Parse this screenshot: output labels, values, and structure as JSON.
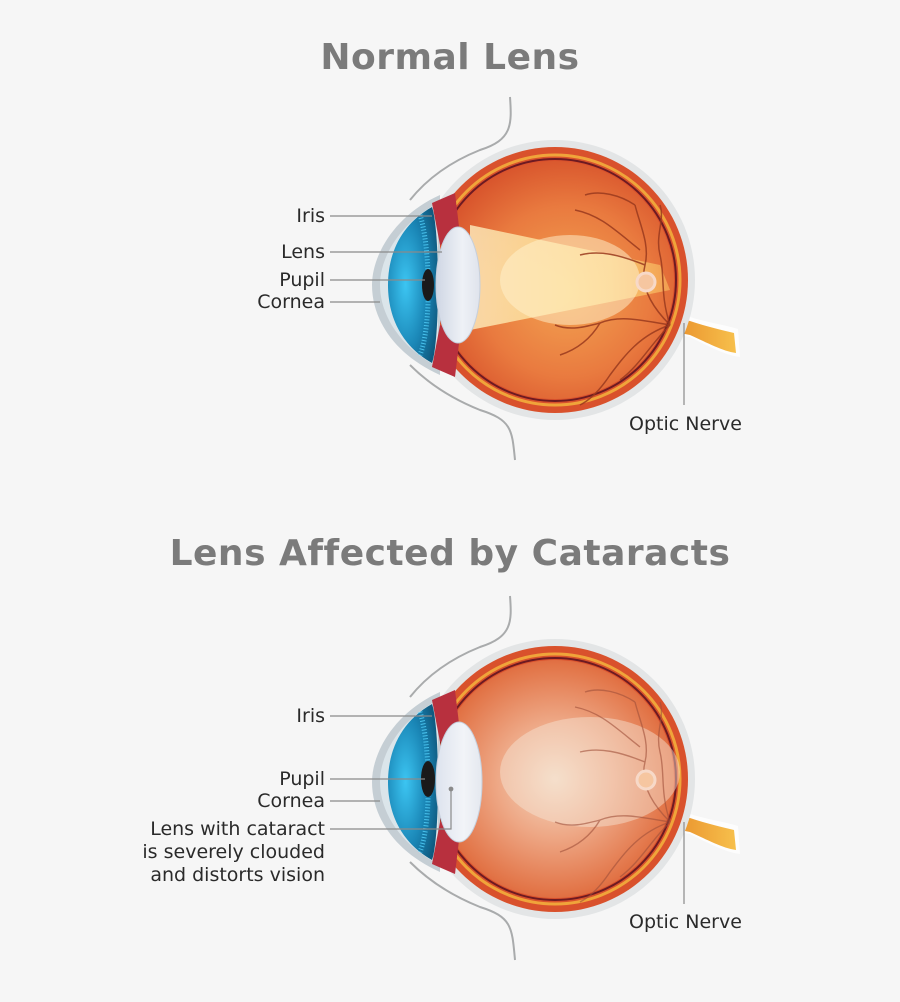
{
  "titles": {
    "normal": "Normal Lens",
    "cataract": "Lens Affected by Cataracts"
  },
  "normal_eye": {
    "labels": {
      "iris": "Iris",
      "lens": "Lens",
      "pupil": "Pupil",
      "cornea": "Cornea",
      "optic_nerve": "Optic Nerve"
    }
  },
  "cataract_eye": {
    "labels": {
      "iris": "Iris",
      "pupil": "Pupil",
      "cornea": "Cornea",
      "lens_line1": "Lens with cataract",
      "lens_line2": "is severely clouded",
      "lens_line3": "and distorts vision",
      "optic_nerve": "Optic Nerve"
    }
  },
  "colors": {
    "background": "#f6f6f6",
    "title": "#7b7b7b",
    "label_text": "#2a2a2a",
    "leader_line": "#8a8a8a",
    "sclera_outer": "#d8dadb",
    "choroid": "#d9532b",
    "retina_line": "#f0a43a",
    "vitreous": "#e8743c",
    "iris_blue": "#1f8fc0",
    "pupil": "#1a1a1a",
    "lens": "#e9ecf2",
    "optic_nerve": "#f2a93a",
    "ciliary": "#b8303e"
  }
}
